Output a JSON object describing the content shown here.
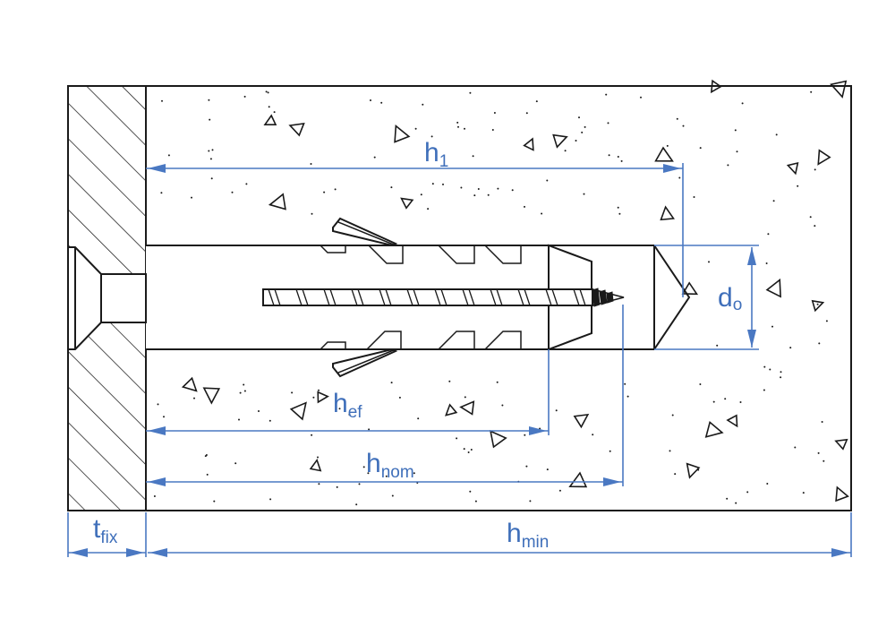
{
  "diagram": {
    "title": "Plug anchor installation dimensions",
    "colors": {
      "dimension": "#4a78c2",
      "label": "#3f6fba",
      "outline": "#1a1a1a",
      "background": "#ffffff"
    },
    "labels": {
      "h1": {
        "main": "h",
        "sub": "1"
      },
      "hef": {
        "main": "h",
        "sub": "ef"
      },
      "hnom": {
        "main": "h",
        "sub": "nom"
      },
      "hmin": {
        "main": "h",
        "sub": "min"
      },
      "tfix": {
        "main": "t",
        "sub": "fix"
      },
      "do": {
        "main": "d",
        "sub": "o"
      }
    },
    "components": [
      "fixture",
      "concrete-base",
      "plug-anchor",
      "screw",
      "drill-hole"
    ]
  }
}
